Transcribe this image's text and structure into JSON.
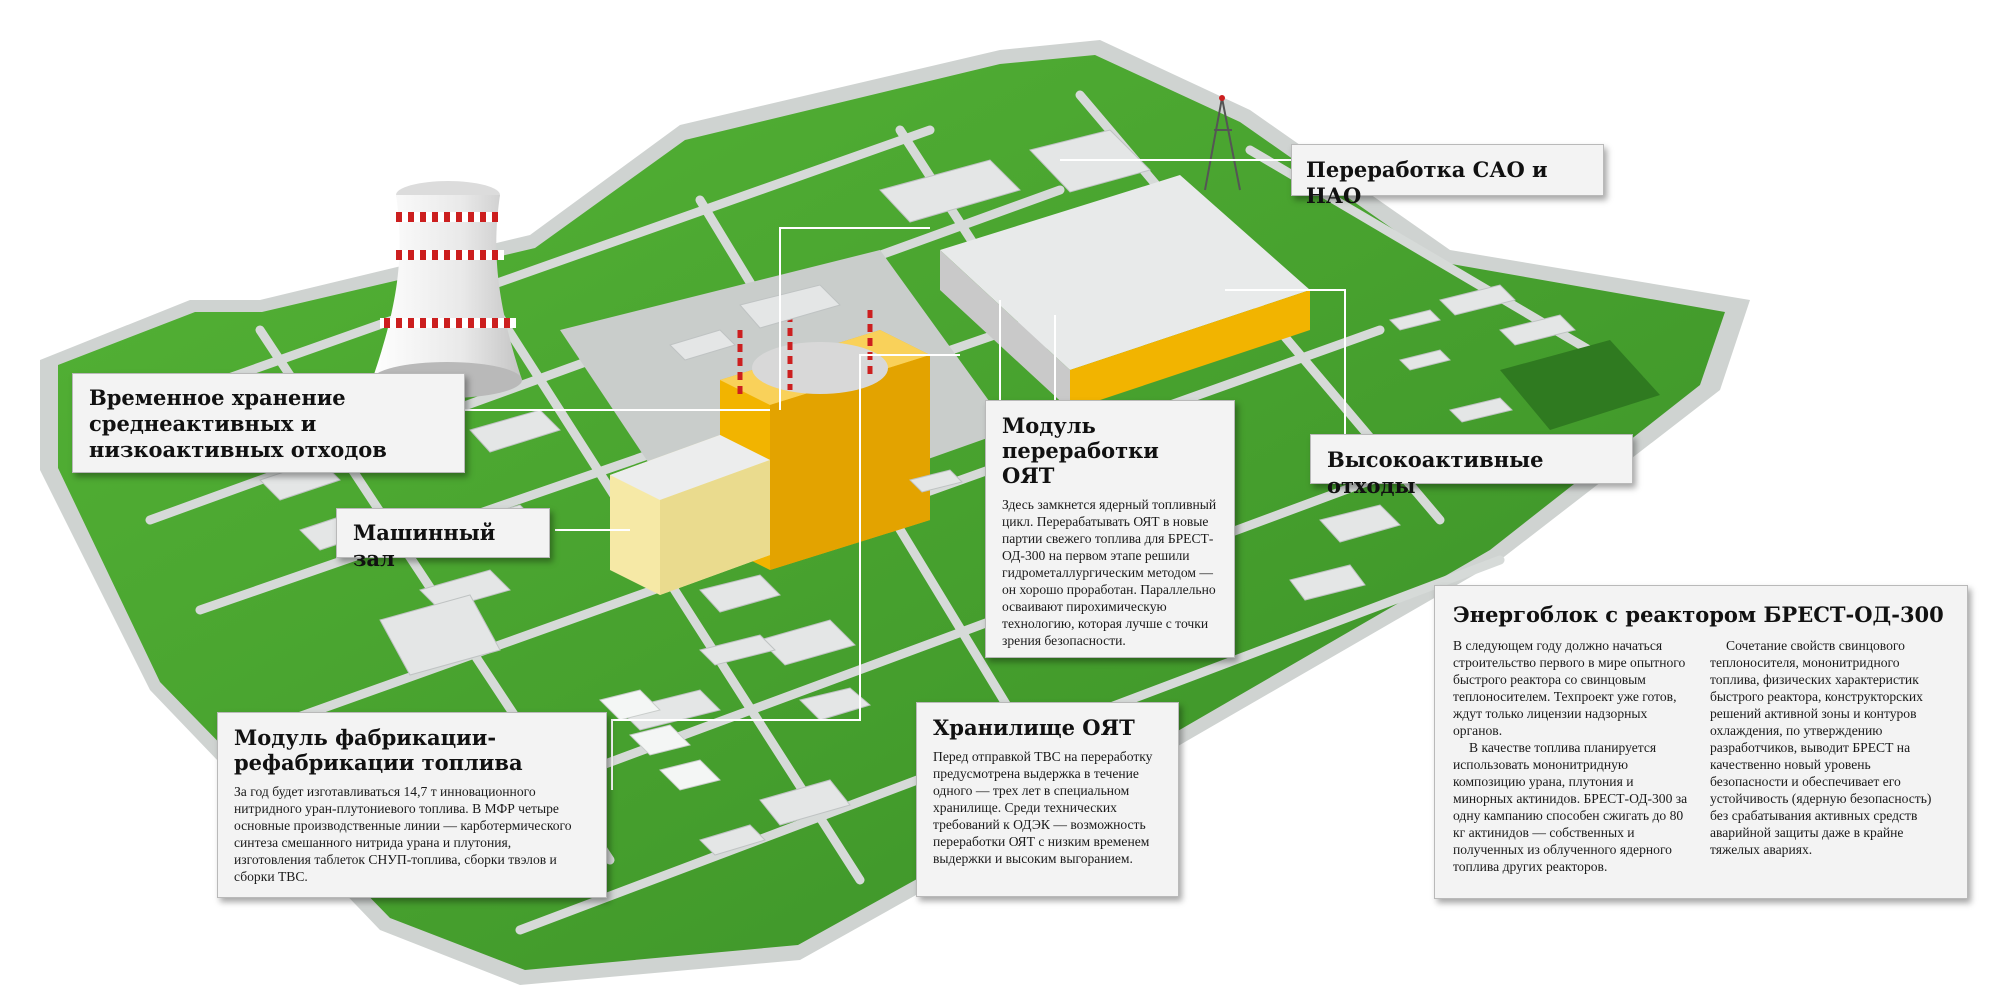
{
  "callouts": {
    "sao_nao": {
      "title": "Переработка САО и НАО"
    },
    "temp_storage": {
      "title": "Временное хранение среднеактивных и низкоактивных отходов"
    },
    "turbine_hall": {
      "title": "Машинный зал"
    },
    "snf_module": {
      "title": "Модуль переработки ОЯТ",
      "body": "Здесь замкнется ядерный топливный цикл. Перерабатывать ОЯТ в новые партии свежего топлива для БРЕСТ-ОД-300 на первом этапе решили гидрометаллургическим методом — он хорошо проработан. Параллельно осваивают пирохимическую технологию, которая лучше с точки зрения безопасности."
    },
    "hlw": {
      "title": "Высокоактивные отходы"
    },
    "fab_module": {
      "title": "Модуль фабрикации-рефабрикации топлива",
      "body": "За год будет изготавливаться 14,7 т инновационного нитридного уран-плутониевого топлива. В МФР четыре основные производственные линии — карботермического синтеза смешанного нитрида урана и плутония, изготовления таблеток СНУП-топлива, сборки твэлов и сборки ТВС."
    },
    "snf_storage": {
      "title": "Хранилище ОЯТ",
      "body": "Перед отправкой ТВС на переработку предусмотрена выдержка в течение одного — трех лет в специальном хранилище. Среди технических требований к ОДЭК — возможность переработки ОЯТ с низким временем выдержки и высоким выгоранием."
    },
    "reactor": {
      "title": "Энергоблок с реактором БРЕСТ-ОД-300",
      "col1_p1": "В следующем году должно начаться строительство первого в мире опытного быстрого реактора со свинцовым теплоносителем. Техпроект уже готов, ждут только лицензии надзорных органов.",
      "col1_p2": "В качестве топлива планируется использовать мононитридную композицию урана, плутония и минорных актинидов. БРЕСТ-ОД-300 за одну кампанию способен сжигать до 80 кг актинидов — собственных и полученных из облученного ядерного топлива других реакторов.",
      "col2_p1": "Сочетание свойств свинцового теплоносителя, мононитридного топлива, физических характеристик быстрого реактора, конструкторских решений активной зоны и контуров охлаждения, по утверждению разработчиков, выводит БРЕСТ на качественно новый уровень безопасности и обеспечивает его устойчивость (ядерную безопасность) без срабатывания активных средств аварийной защиты даже в крайне тяжелых авариях."
    }
  },
  "colors": {
    "grass": "#3f9a2b",
    "grass_light": "#5cbb3a",
    "road": "#d4d8d6",
    "building": "#e4e6e6",
    "reactor_yellow": "#f2b400",
    "tower_stripe": "#cc1f1f"
  }
}
